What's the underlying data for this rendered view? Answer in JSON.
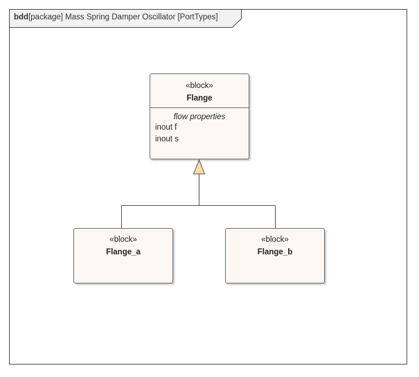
{
  "frame": {
    "kind": "bdd",
    "label": "[package] Mass Spring Damper Oscillator [PortTypes]"
  },
  "blocks": {
    "flange": {
      "stereotype": "«block»",
      "name": "Flange",
      "compartment_title": "flow properties",
      "properties": [
        "inout f",
        "inout s"
      ]
    },
    "flange_a": {
      "stereotype": "«block»",
      "name": "Flange_a"
    },
    "flange_b": {
      "stereotype": "«block»",
      "name": "Flange_b"
    }
  },
  "relationships": [
    {
      "type": "generalization",
      "from": "Flange_a",
      "to": "Flange"
    },
    {
      "type": "generalization",
      "from": "Flange_b",
      "to": "Flange"
    }
  ],
  "colors": {
    "block_fill": "#fdf8f3",
    "arrowhead_fill": "#f8dca0"
  }
}
